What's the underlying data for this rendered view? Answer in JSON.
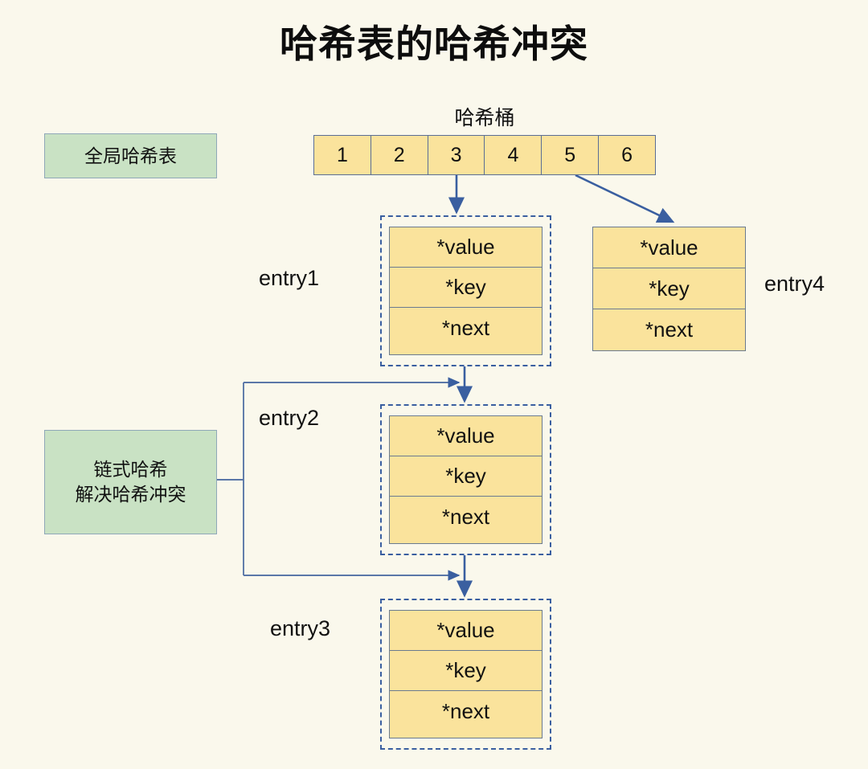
{
  "title": "哈希表的哈希冲突",
  "colors": {
    "background": "#FAF8EC",
    "cell_fill": "#FAE39C",
    "cell_border": "#6A7B90",
    "tag_fill": "#C9E2C4",
    "tag_border": "#8FA8B8",
    "arrow": "#3A5FA0",
    "dashed_border": "#3A5FA0",
    "text": "#111111"
  },
  "bucket": {
    "caption": "哈希桶",
    "cells": [
      "1",
      "2",
      "3",
      "4",
      "5",
      "6"
    ]
  },
  "tags": {
    "global": {
      "label": "全局哈希表"
    },
    "chain": {
      "line1": "链式哈希",
      "line2": "解决哈希冲突"
    }
  },
  "entry_fields": {
    "value": "*value",
    "key": "*key",
    "next": "*next"
  },
  "entries": [
    {
      "id": "entry1",
      "label": "entry1",
      "dashed": true,
      "rows": [
        "*value",
        "*key",
        "*next"
      ]
    },
    {
      "id": "entry2",
      "label": "entry2",
      "dashed": true,
      "rows": [
        "*value",
        "*key",
        "*next"
      ]
    },
    {
      "id": "entry3",
      "label": "entry3",
      "dashed": true,
      "rows": [
        "*value",
        "*key",
        "*next"
      ]
    },
    {
      "id": "entry4",
      "label": "entry4",
      "dashed": false,
      "rows": [
        "*value",
        "*key",
        "*next"
      ]
    }
  ],
  "connections": [
    {
      "from": "bucket-cell-3",
      "to": "entry1",
      "style": "straight-down-arrow"
    },
    {
      "from": "bucket-cell-5",
      "to": "entry4",
      "style": "diagonal-arrow"
    },
    {
      "from": "entry1",
      "to": "entry2",
      "style": "straight-down-arrow"
    },
    {
      "from": "entry2",
      "to": "entry3",
      "style": "straight-down-arrow"
    },
    {
      "from": "tag-chain",
      "to": "entry2",
      "style": "elbow-arrow"
    },
    {
      "from": "tag-chain",
      "to": "entry3",
      "style": "elbow-arrow"
    }
  ]
}
